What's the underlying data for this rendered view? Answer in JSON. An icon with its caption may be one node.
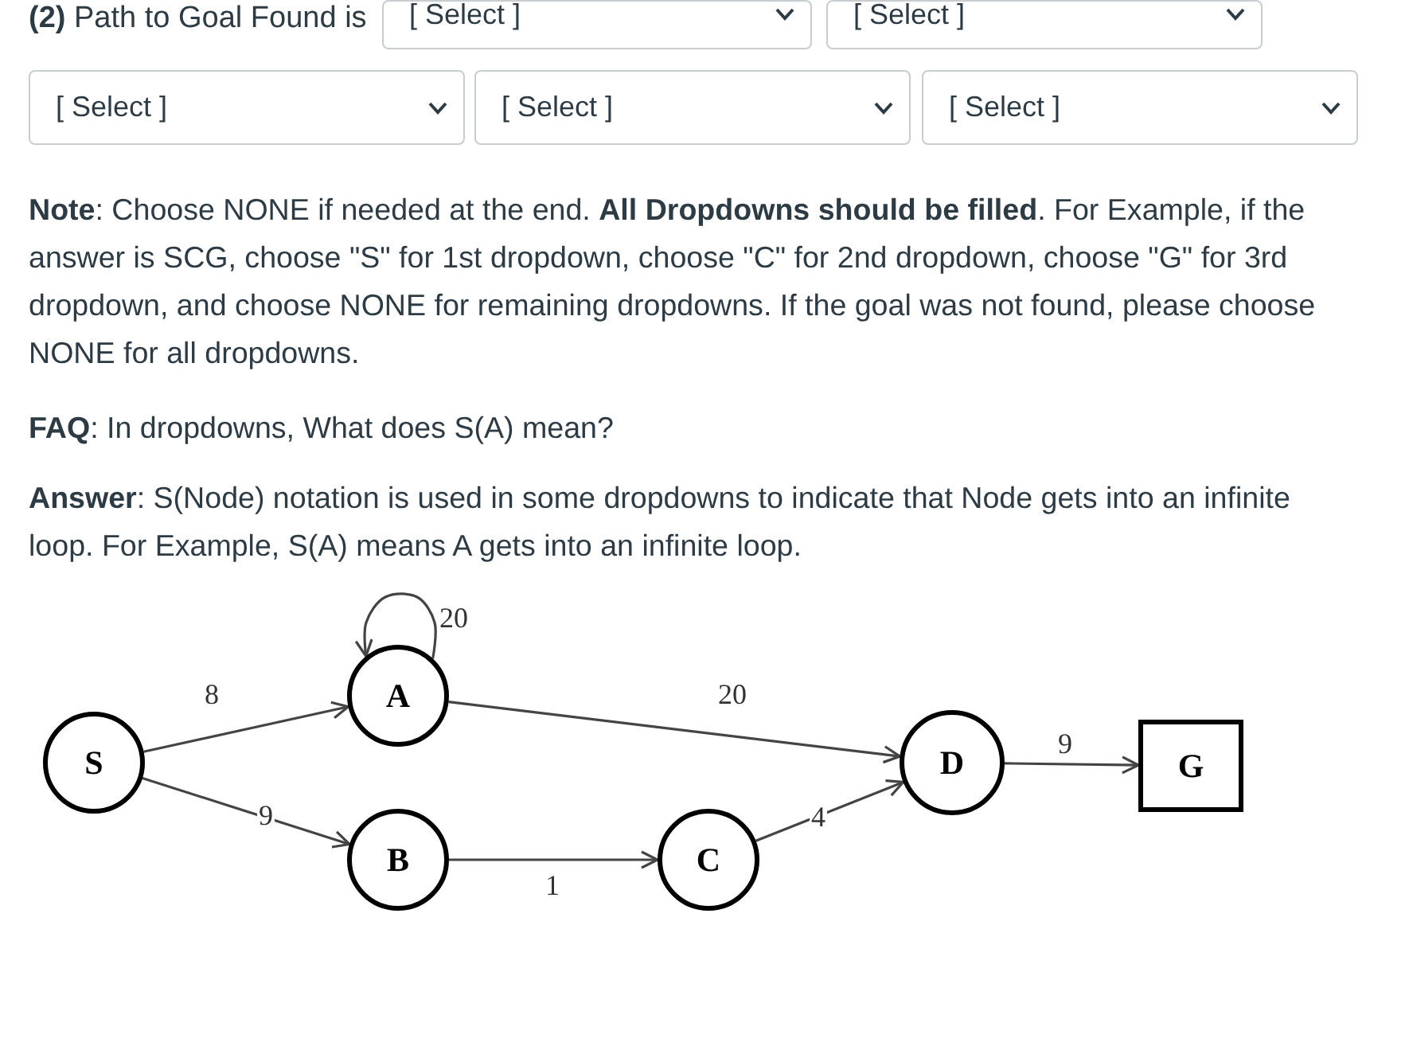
{
  "diagram": {
    "nodes": [
      {
        "text": [
          "S"
        ]
      },
      {
        "text": [
          "A"
        ]
      },
      {
        "text": [
          "B"
        ]
      },
      {
        "text": [
          "C"
        ]
      },
      {
        "text": [
          "D"
        ]
      },
      {
        "text": [
          "G"
        ]
      }
    ],
    "edges": [
      {
        "from": 0,
        "to": 1,
        "arrow": "to",
        "label": "8"
      },
      {
        "from": 1,
        "to": 1,
        "arrow": "to",
        "label": "20"
      },
      {
        "from": 0,
        "to": 2,
        "arrow": "to",
        "label": "9"
      },
      {
        "from": 1,
        "to": 4,
        "arrow": "to",
        "label": "20"
      },
      {
        "from": 2,
        "to": 3,
        "arrow": "to",
        "label": "1"
      },
      {
        "from": 3,
        "to": 4,
        "arrow": "to",
        "label": "4"
      },
      {
        "from": 4,
        "to": 5,
        "arrow": "to",
        "label": "9"
      }
    ],
    "labels": [
      "**(2)** Path to Goal Found is",
      "[ Select ]",
      "[ Select ]",
      "[ Select ]",
      "[ Select ]",
      "[ Select ]",
      "**Note**: Choose NONE if needed at the end. **All Dropdowns should be filled**. For Example, if the answer is SCG, choose \"S\" for 1st dropdown, choose \"C\" for 2nd dropdown, choose \"G\" for 3rd dropdown, and choose NONE for remaining dropdowns. If the goal was not found, please choose NONE for all dropdowns.",
      "**FAQ**: In dropdowns, What does S(A) mean?",
      "**Answer**: S(Node) notation is used in some dropdowns to indicate that Node gets into an infinite loop. For Example, S(A) means A gets into an infinite loop."
    ]
  }
}
